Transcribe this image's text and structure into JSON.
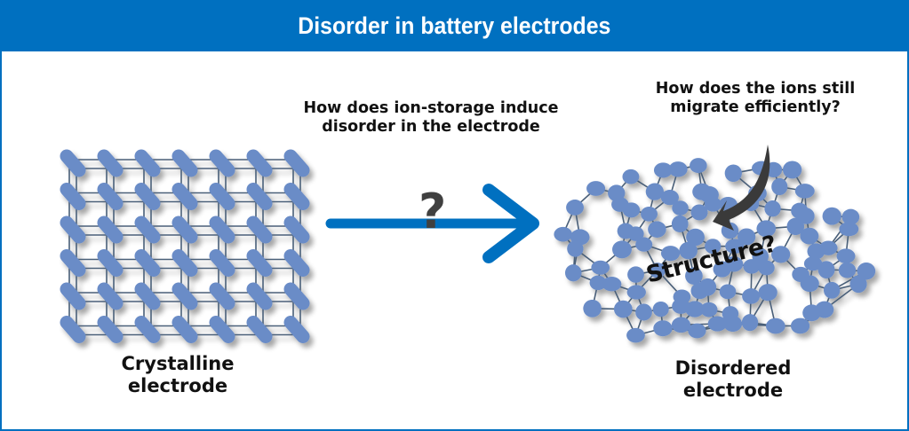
{
  "header": {
    "title": "Disorder in battery electrodes",
    "background_color": "#0070C0",
    "text_color": "#FFFFFF"
  },
  "questions": {
    "transition": "How does ion-storage induce disorder in the electrode",
    "migration": "How does the ions still migrate efficiently?"
  },
  "transition_arrow": {
    "color": "#0070C0",
    "question_mark": "?",
    "question_mark_color": "#404040"
  },
  "crystalline": {
    "label": "Crystalline electrode",
    "lattice_columns": 7,
    "lattice_rows": 6,
    "atom_color": "#6A8CC7",
    "bond_color": "#4A5E78"
  },
  "disordered": {
    "label": "Disordered electrode",
    "annotation": "Structure?",
    "pointer_arrow_color": "#3A3A3A",
    "atom_color": "#6A8CC7",
    "bond_color": "#4A5E78"
  }
}
